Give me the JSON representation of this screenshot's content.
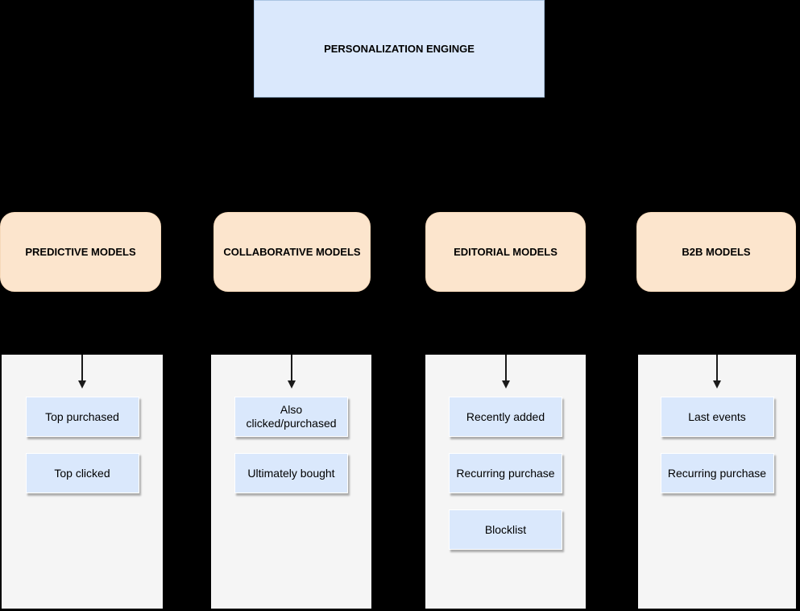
{
  "root": {
    "label": "PERSONALIZATION ENGINGE"
  },
  "groups": [
    {
      "label": "PREDICTIVE MODELS",
      "items": [
        "Top purchased",
        "Top clicked"
      ]
    },
    {
      "label": "COLLABORATIVE MODELS",
      "items": [
        "Also clicked/purchased",
        "Ultimately bought"
      ]
    },
    {
      "label": "EDITORIAL MODELS",
      "items": [
        "Recently added",
        "Recurring purchase",
        "Blocklist"
      ]
    },
    {
      "label": "B2B MODELS",
      "items": [
        "Last events",
        "Recurring purchase"
      ]
    }
  ],
  "colors": {
    "background": "#000000",
    "node_blue": "#dae8fc",
    "node_orange": "#fce5cd",
    "panel_gray": "#f5f5f5",
    "arrow": "#1a1a1a"
  }
}
